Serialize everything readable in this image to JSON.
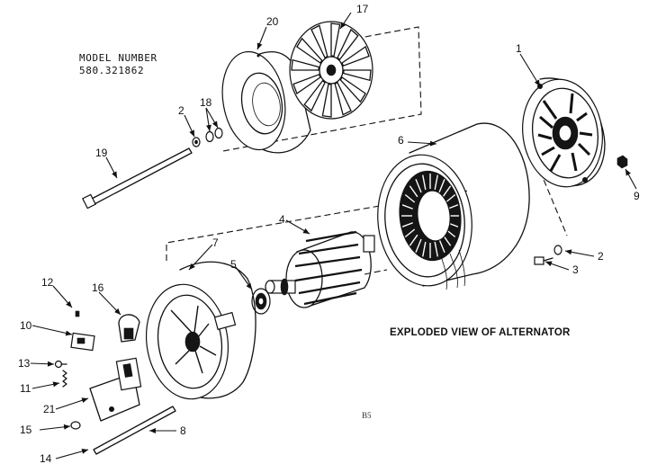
{
  "diagram": {
    "title": "EXPLODED VIEW OF ALTERNATOR",
    "model_label": "MODEL NUMBER",
    "model_number": "580.321862",
    "page_code": "B5",
    "callouts": [
      {
        "id": "c-17",
        "label": "17"
      },
      {
        "id": "c-20",
        "label": "20"
      },
      {
        "id": "c-1",
        "label": "1"
      },
      {
        "id": "c-2a",
        "label": "2"
      },
      {
        "id": "c-18",
        "label": "18"
      },
      {
        "id": "c-19",
        "label": "19"
      },
      {
        "id": "c-6",
        "label": "6"
      },
      {
        "id": "c-9",
        "label": "9"
      },
      {
        "id": "c-2b",
        "label": "2"
      },
      {
        "id": "c-3",
        "label": "3"
      },
      {
        "id": "c-4",
        "label": "4"
      },
      {
        "id": "c-7",
        "label": "7"
      },
      {
        "id": "c-5",
        "label": "5"
      },
      {
        "id": "c-12",
        "label": "12"
      },
      {
        "id": "c-16",
        "label": "16"
      },
      {
        "id": "c-10",
        "label": "10"
      },
      {
        "id": "c-13",
        "label": "13"
      },
      {
        "id": "c-11",
        "label": "11"
      },
      {
        "id": "c-21",
        "label": "21"
      },
      {
        "id": "c-15",
        "label": "15"
      },
      {
        "id": "c-8",
        "label": "8"
      },
      {
        "id": "c-14",
        "label": "14"
      }
    ]
  }
}
